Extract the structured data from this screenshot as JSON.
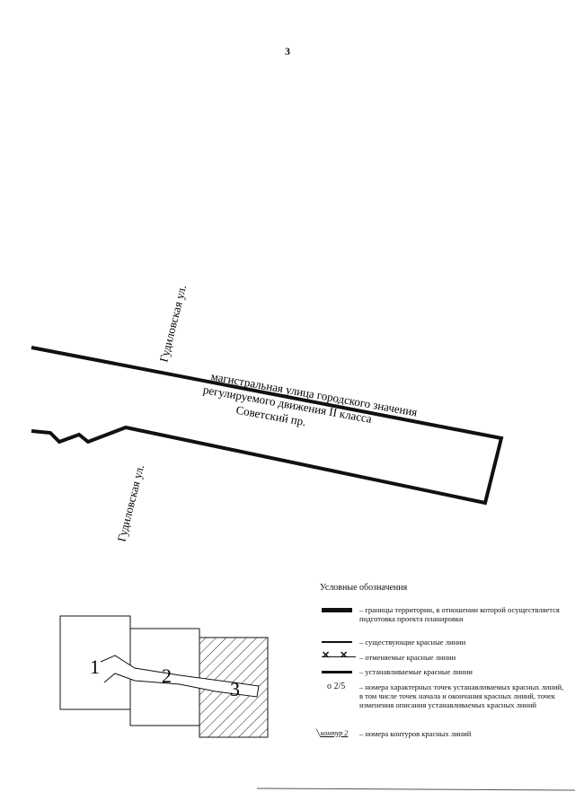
{
  "page_number": "3",
  "streets": {
    "gudilovskaya_top": "Гудиловская ул.",
    "gudilovskaya_bottom": "Гудиловская ул.",
    "main_line1": "магистральная улица городского значения",
    "main_line2": "регулируемого движения II класса",
    "main_line3": "Советский пр."
  },
  "inset": {
    "contours": [
      "1",
      "2",
      "3"
    ]
  },
  "legend": {
    "title": "Условные обозначения",
    "items": [
      {
        "symbol": "thick",
        "text": "– границы территории, в отношении которой осуществляется подготовка проекта планировки"
      },
      {
        "symbol": "thin",
        "text": "– существующие красные линии"
      },
      {
        "symbol": "cancelled",
        "text": "– отменяемые красные линии",
        "glyph": "✕ ✕"
      },
      {
        "symbol": "medium",
        "text": "– устанавливаемые красные линии"
      },
      {
        "symbol": "point",
        "text": "– номера характерных точек устанавливаемых красных линий, в том числе точек начала и окончания красных линий, точек изменения описания устанавливаемых красных линий",
        "glyph": "o 2/5"
      },
      {
        "symbol": "contour",
        "text": "– номера контуров красных линий",
        "glyph": "контур 2"
      }
    ]
  }
}
